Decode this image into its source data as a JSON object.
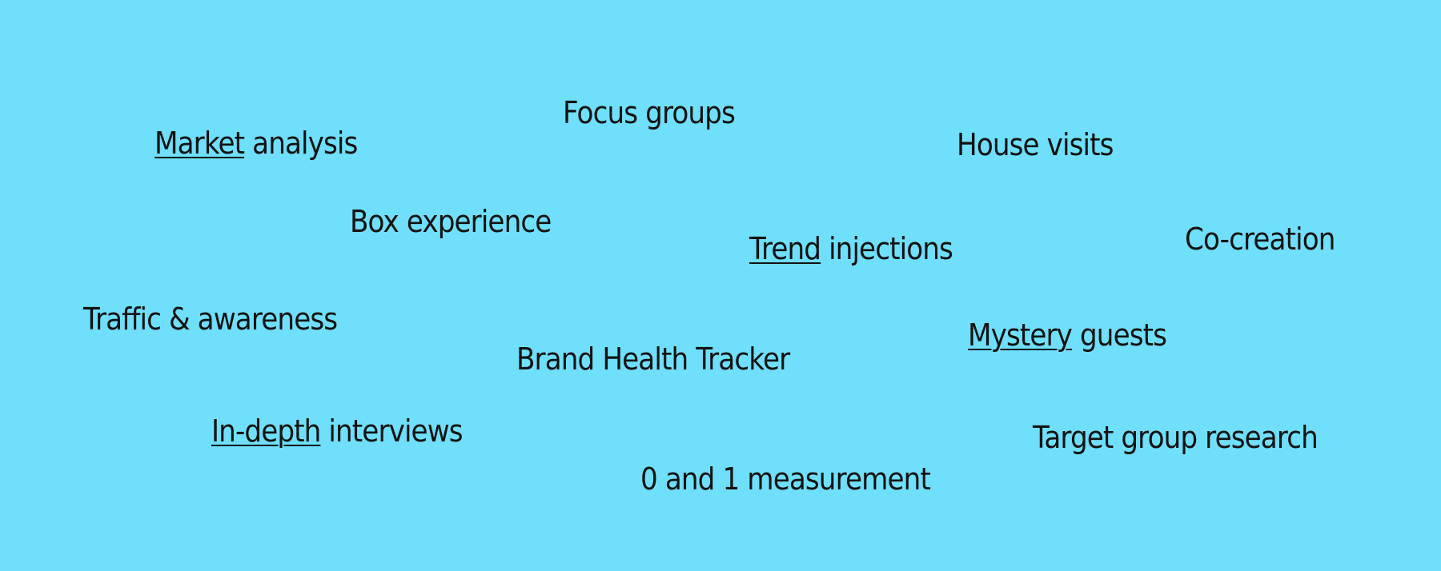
{
  "theme": {
    "background": "#6fdffb",
    "text": "#121212"
  },
  "terms": {
    "focus_groups": "Focus groups",
    "market_analysis": {
      "link": "Market",
      "rest": " analysis"
    },
    "house_visits": "House visits",
    "box_experience": "Box experience",
    "trend_injections": {
      "link": "Trend",
      "rest": " injections"
    },
    "co_creation": "Co-creation",
    "traffic_awareness": "Traffic & awareness",
    "mystery_guests": {
      "link": "Mystery",
      "rest": " guests"
    },
    "brand_health_tracker": "Brand Health Tracker",
    "in_depth_interviews": {
      "link": "In-depth",
      "rest": " interviews"
    },
    "target_group_research": "Target group research",
    "zero_one_measurement": "0 and 1 measurement"
  }
}
